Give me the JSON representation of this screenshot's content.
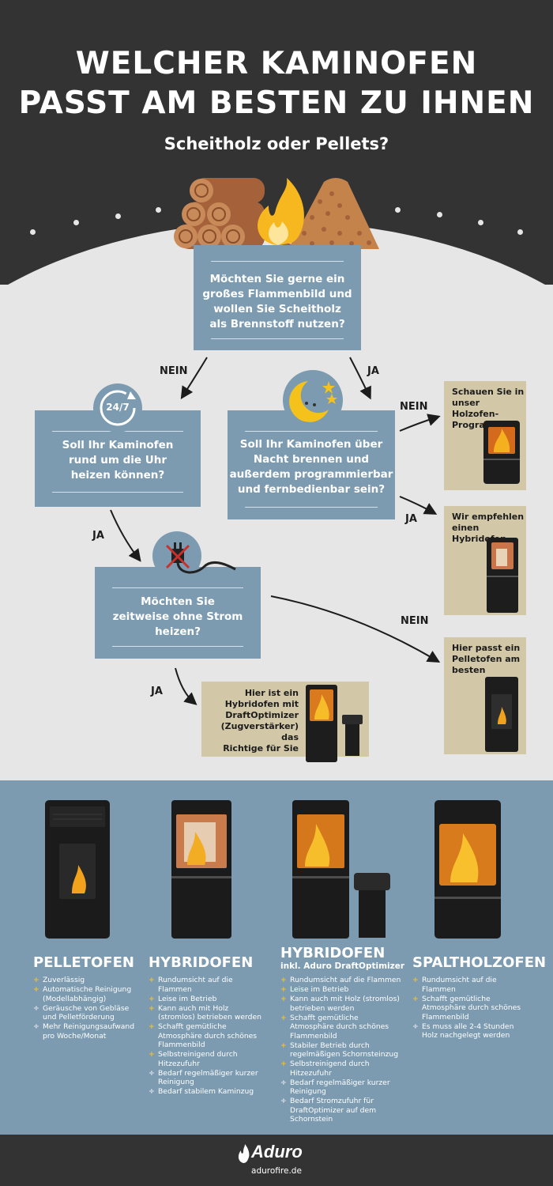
{
  "header": {
    "title_line1": "WELCHER KAMINOFEN",
    "title_line2": "PASST AM BESTEN ZU IHNEN",
    "subtitle": "Scheitholz oder Pellets?"
  },
  "flow": {
    "q1": [
      "Möchten Sie gerne ein",
      "großes Flammenbild und",
      "wollen Sie Scheitholz",
      "als Brennstoff nutzen?"
    ],
    "q2": [
      "Soll Ihr Kaminofen",
      "rund um die Uhr",
      "heizen können?"
    ],
    "q3": [
      "Soll Ihr Kaminofen über",
      "Nacht brennen und",
      "außerdem programmierbar",
      "und fernbedienbar sein?"
    ],
    "q4": [
      "Möchten Sie",
      "zeitweise ohne Strom",
      "heizen?"
    ],
    "badge_247": "24/7",
    "label_nein": "NEIN",
    "label_ja": "JA",
    "r1": [
      "Schauen Sie in",
      "unser Holzofen-",
      "Programm"
    ],
    "r2": [
      "Wir empfehlen",
      "einen Hybridofen"
    ],
    "r3": [
      "Hier passt ein",
      "Pelletofen am",
      "besten"
    ],
    "r4": [
      "Hier ist ein",
      "Hybridofen mit",
      "DraftOptimizer",
      "(Zugverstärker) das",
      "Richtige für Sie"
    ]
  },
  "products": [
    {
      "title": "PELLETOFEN",
      "subtitle": "",
      "features": [
        {
          "type": "plus",
          "text": "Zuverlässig"
        },
        {
          "type": "plus",
          "text": "Automatische Reinigung (Modellabhängig)"
        },
        {
          "type": "minus",
          "text": "Geräusche von Gebläse und Pelletförderung"
        },
        {
          "type": "minus",
          "text": "Mehr Reinigungsaufwand pro Woche/Monat"
        }
      ]
    },
    {
      "title": "HYBRIDOFEN",
      "subtitle": "",
      "features": [
        {
          "type": "plus",
          "text": "Rundumsicht auf die Flammen"
        },
        {
          "type": "plus",
          "text": "Leise im Betrieb"
        },
        {
          "type": "plus",
          "text": "Kann auch mit Holz (stromlos) betrieben werden"
        },
        {
          "type": "plus",
          "text": "Schafft gemütliche Atmosphäre durch schönes Flammenbild"
        },
        {
          "type": "plus",
          "text": "Selbstreinigend durch Hitzezufuhr"
        },
        {
          "type": "minus",
          "text": "Bedarf regelmäßiger kurzer Reinigung"
        },
        {
          "type": "minus",
          "text": "Bedarf stabilem Kaminzug"
        }
      ]
    },
    {
      "title": "HYBRIDOFEN",
      "subtitle": "inkl. Aduro DraftOptimizer",
      "features": [
        {
          "type": "plus",
          "text": "Rundumsicht auf die Flammen"
        },
        {
          "type": "plus",
          "text": "Leise im Betrieb"
        },
        {
          "type": "plus",
          "text": "Kann auch mit Holz (stromlos) betrieben werden"
        },
        {
          "type": "plus",
          "text": "Schafft gemütliche Atmosphäre durch schönes Flammenbild"
        },
        {
          "type": "plus",
          "text": "Stabiler Betrieb durch regelmäßigen Schornsteinzug"
        },
        {
          "type": "plus",
          "text": "Selbstreinigend durch Hitzezufuhr"
        },
        {
          "type": "minus",
          "text": "Bedarf regelmäßiger kurzer Reinigung"
        },
        {
          "type": "minus",
          "text": "Bedarf Stromzufuhr für DraftOptimizer auf dem Schornstein"
        }
      ]
    },
    {
      "title": "SPALTHOLZOFEN",
      "subtitle": "",
      "features": [
        {
          "type": "plus",
          "text": "Rundumsicht auf die Flammen"
        },
        {
          "type": "plus",
          "text": "Schafft gemütliche Atmosphäre durch schönes Flammenbild"
        },
        {
          "type": "minus",
          "text": "Es muss alle 2-4 Stunden Holz nachgelegt werden"
        }
      ]
    }
  ],
  "footer": {
    "brand": "Aduro",
    "url": "adurofire.de"
  },
  "colors": {
    "dark": "#333334",
    "light_bg": "#e6e6e6",
    "blue_box": "#7c9bb0",
    "result_box": "#d2c7a7",
    "plus": "#f2c029"
  }
}
